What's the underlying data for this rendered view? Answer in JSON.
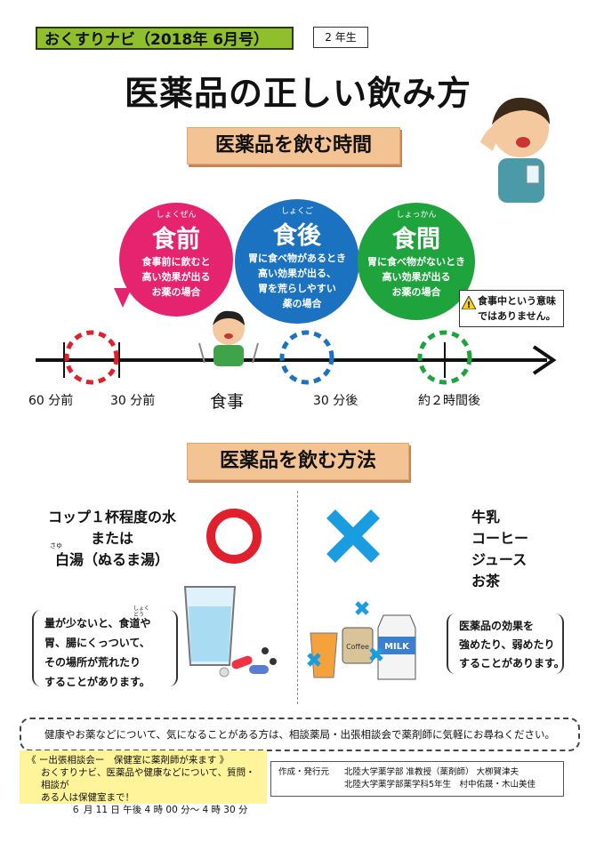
{
  "header": {
    "series": "おくすりナビ（2018年 6月号）",
    "grade": "2 年生"
  },
  "title": "医薬品の正しい飲み方",
  "section1": {
    "heading": "医薬品を飲む時間"
  },
  "timing": [
    {
      "name": "食前",
      "ruby": "しょくぜん",
      "lines": [
        "食事前に飲むと",
        "高い効果が出る",
        "お薬の場合"
      ],
      "color": "#e6236e"
    },
    {
      "name": "食後",
      "ruby": "しょくご",
      "lines": [
        "胃に食べ物があるとき",
        "高い効果が出る、",
        "胃を荒らしやすい",
        "お薬の場合"
      ],
      "color": "#1a72c0"
    },
    {
      "name": "食間",
      "ruby": "しょっかん",
      "lines": [
        "胃に食べ物がないとき",
        "高い効果が出る",
        "お薬の場合"
      ],
      "color": "#1fa33d"
    }
  ],
  "note": {
    "lines": [
      "食事中という意味",
      "ではありません。"
    ]
  },
  "timeline": {
    "label_60": "60 分前",
    "label_30b": "30 分前",
    "label_meal": "食事",
    "label_30a": "30 分後",
    "label_2h": "約２時間後"
  },
  "section2": {
    "heading": "医薬品を飲む方法"
  },
  "good": {
    "lines": [
      "コップ１杯程度の水",
      "または",
      "白湯（ぬるま湯）"
    ],
    "ruby_sayu": "さゆ",
    "note": [
      "量が少ないと、食道や",
      "胃、腸にくっついて、",
      "その場所が荒れたり",
      "することがあります。"
    ],
    "ruby_shokudo": "しょくどう"
  },
  "bad": {
    "lines": [
      "牛乳",
      "コーヒー",
      "ジュース",
      "お茶"
    ],
    "note": [
      "医薬品の効果を",
      "強めたり、弱めたり",
      "することがあります。"
    ],
    "coffee_label": "Coffee",
    "milk_label": "MILK"
  },
  "advice": "健康やお薬などについて、気になることがある方は、相談薬局・出張相談会で薬剤師に気軽にお尋ねください。",
  "consult": {
    "title": "《 ー出張相談会ー　保健室に薬剤師が来ます 》",
    "lines": [
      "おくすりナビ、医薬品や健康などについて、質問・相談が",
      "ある人は保健室まで！"
    ],
    "date": "６ 月 11 日  午後  4 時  00 分～ 4 時  30 分"
  },
  "credit": {
    "label": "作成・発行元",
    "line1": "北陸大学薬学部  准教授（薬剤師）  大栁賀津夫",
    "line2": "北陸大学薬学部薬学科5年生　村中佑晟・木山美佳"
  }
}
